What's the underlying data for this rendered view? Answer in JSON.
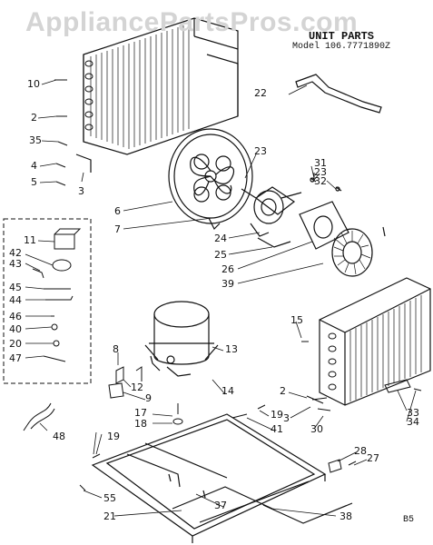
{
  "watermark": "AppliancePartsPros.com",
  "header": {
    "title": "UNIT PARTS",
    "model": "Model 106.7771890Z"
  },
  "corner_code": "B5",
  "callouts": [
    "10",
    "2",
    "35",
    "4",
    "5",
    "3",
    "6",
    "7",
    "23",
    "31",
    "23",
    "32",
    "24",
    "25",
    "26",
    "39",
    "22",
    "11",
    "42",
    "43",
    "45",
    "44",
    "46",
    "40",
    "20",
    "47",
    "8",
    "13",
    "12",
    "9",
    "17",
    "18",
    "19",
    "14",
    "15",
    "2",
    "3",
    "30",
    "19",
    "41",
    "33",
    "34",
    "48",
    "55",
    "21",
    "37",
    "38",
    "28",
    "27"
  ],
  "kit_box_callouts": [
    "11",
    "42",
    "43",
    "45",
    "44",
    "46",
    "40",
    "20",
    "47"
  ]
}
